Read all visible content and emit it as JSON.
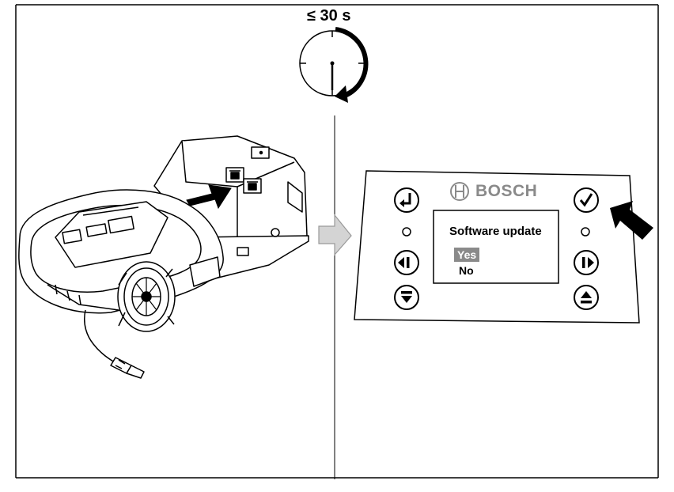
{
  "timer": {
    "label": "≤ 30 s",
    "icon": "clock-with-arrow-icon"
  },
  "left_panel": {
    "illustration": "robotic-mower-docking-station-usb-cable",
    "cable_icon": "usb-plug-icon",
    "arrow_icon": "press-arrow-icon"
  },
  "transition_icon": "next-step-arrow-icon",
  "control_panel": {
    "brand": "BOSCH",
    "brand_icon": "bosch-logo-icon",
    "screen": {
      "title": "Software update",
      "options": [
        "Yes",
        "No"
      ],
      "selected_option": "Yes"
    },
    "buttons": {
      "back": "back-enter-icon",
      "confirm": "checkmark-icon",
      "left": "previous-icon",
      "right": "next-icon",
      "down": "down-icon",
      "up": "up-eject-icon"
    },
    "highlighted_button": "confirm",
    "colors": {
      "highlight_bg": "#8a8a8a",
      "brand_text": "#8a8a8a"
    }
  }
}
